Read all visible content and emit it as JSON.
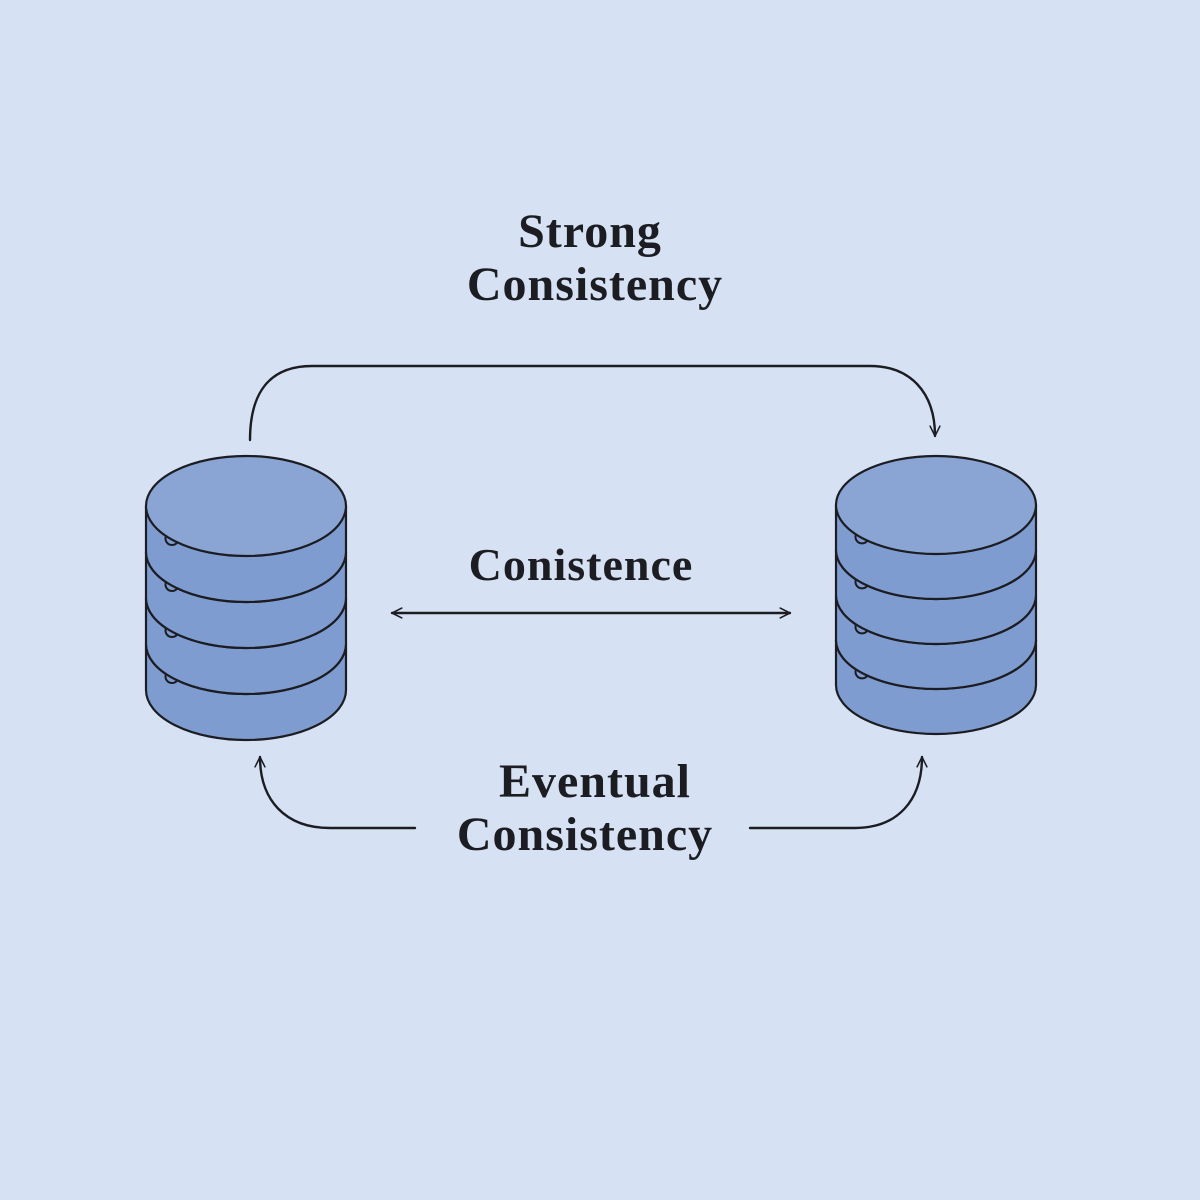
{
  "labels": {
    "strong": [
      "Strong",
      "Consistency"
    ],
    "middle": "Conistence",
    "eventual": [
      "Eventual",
      "Consistency"
    ]
  },
  "colors": {
    "background": "#d6e2f3",
    "cylinder_top": "#8aa5d4",
    "cylinder_side": "#7f9cd0",
    "stroke": "#1c1d22"
  },
  "nodes": [
    {
      "name": "database-left-icon"
    },
    {
      "name": "database-right-icon"
    }
  ]
}
